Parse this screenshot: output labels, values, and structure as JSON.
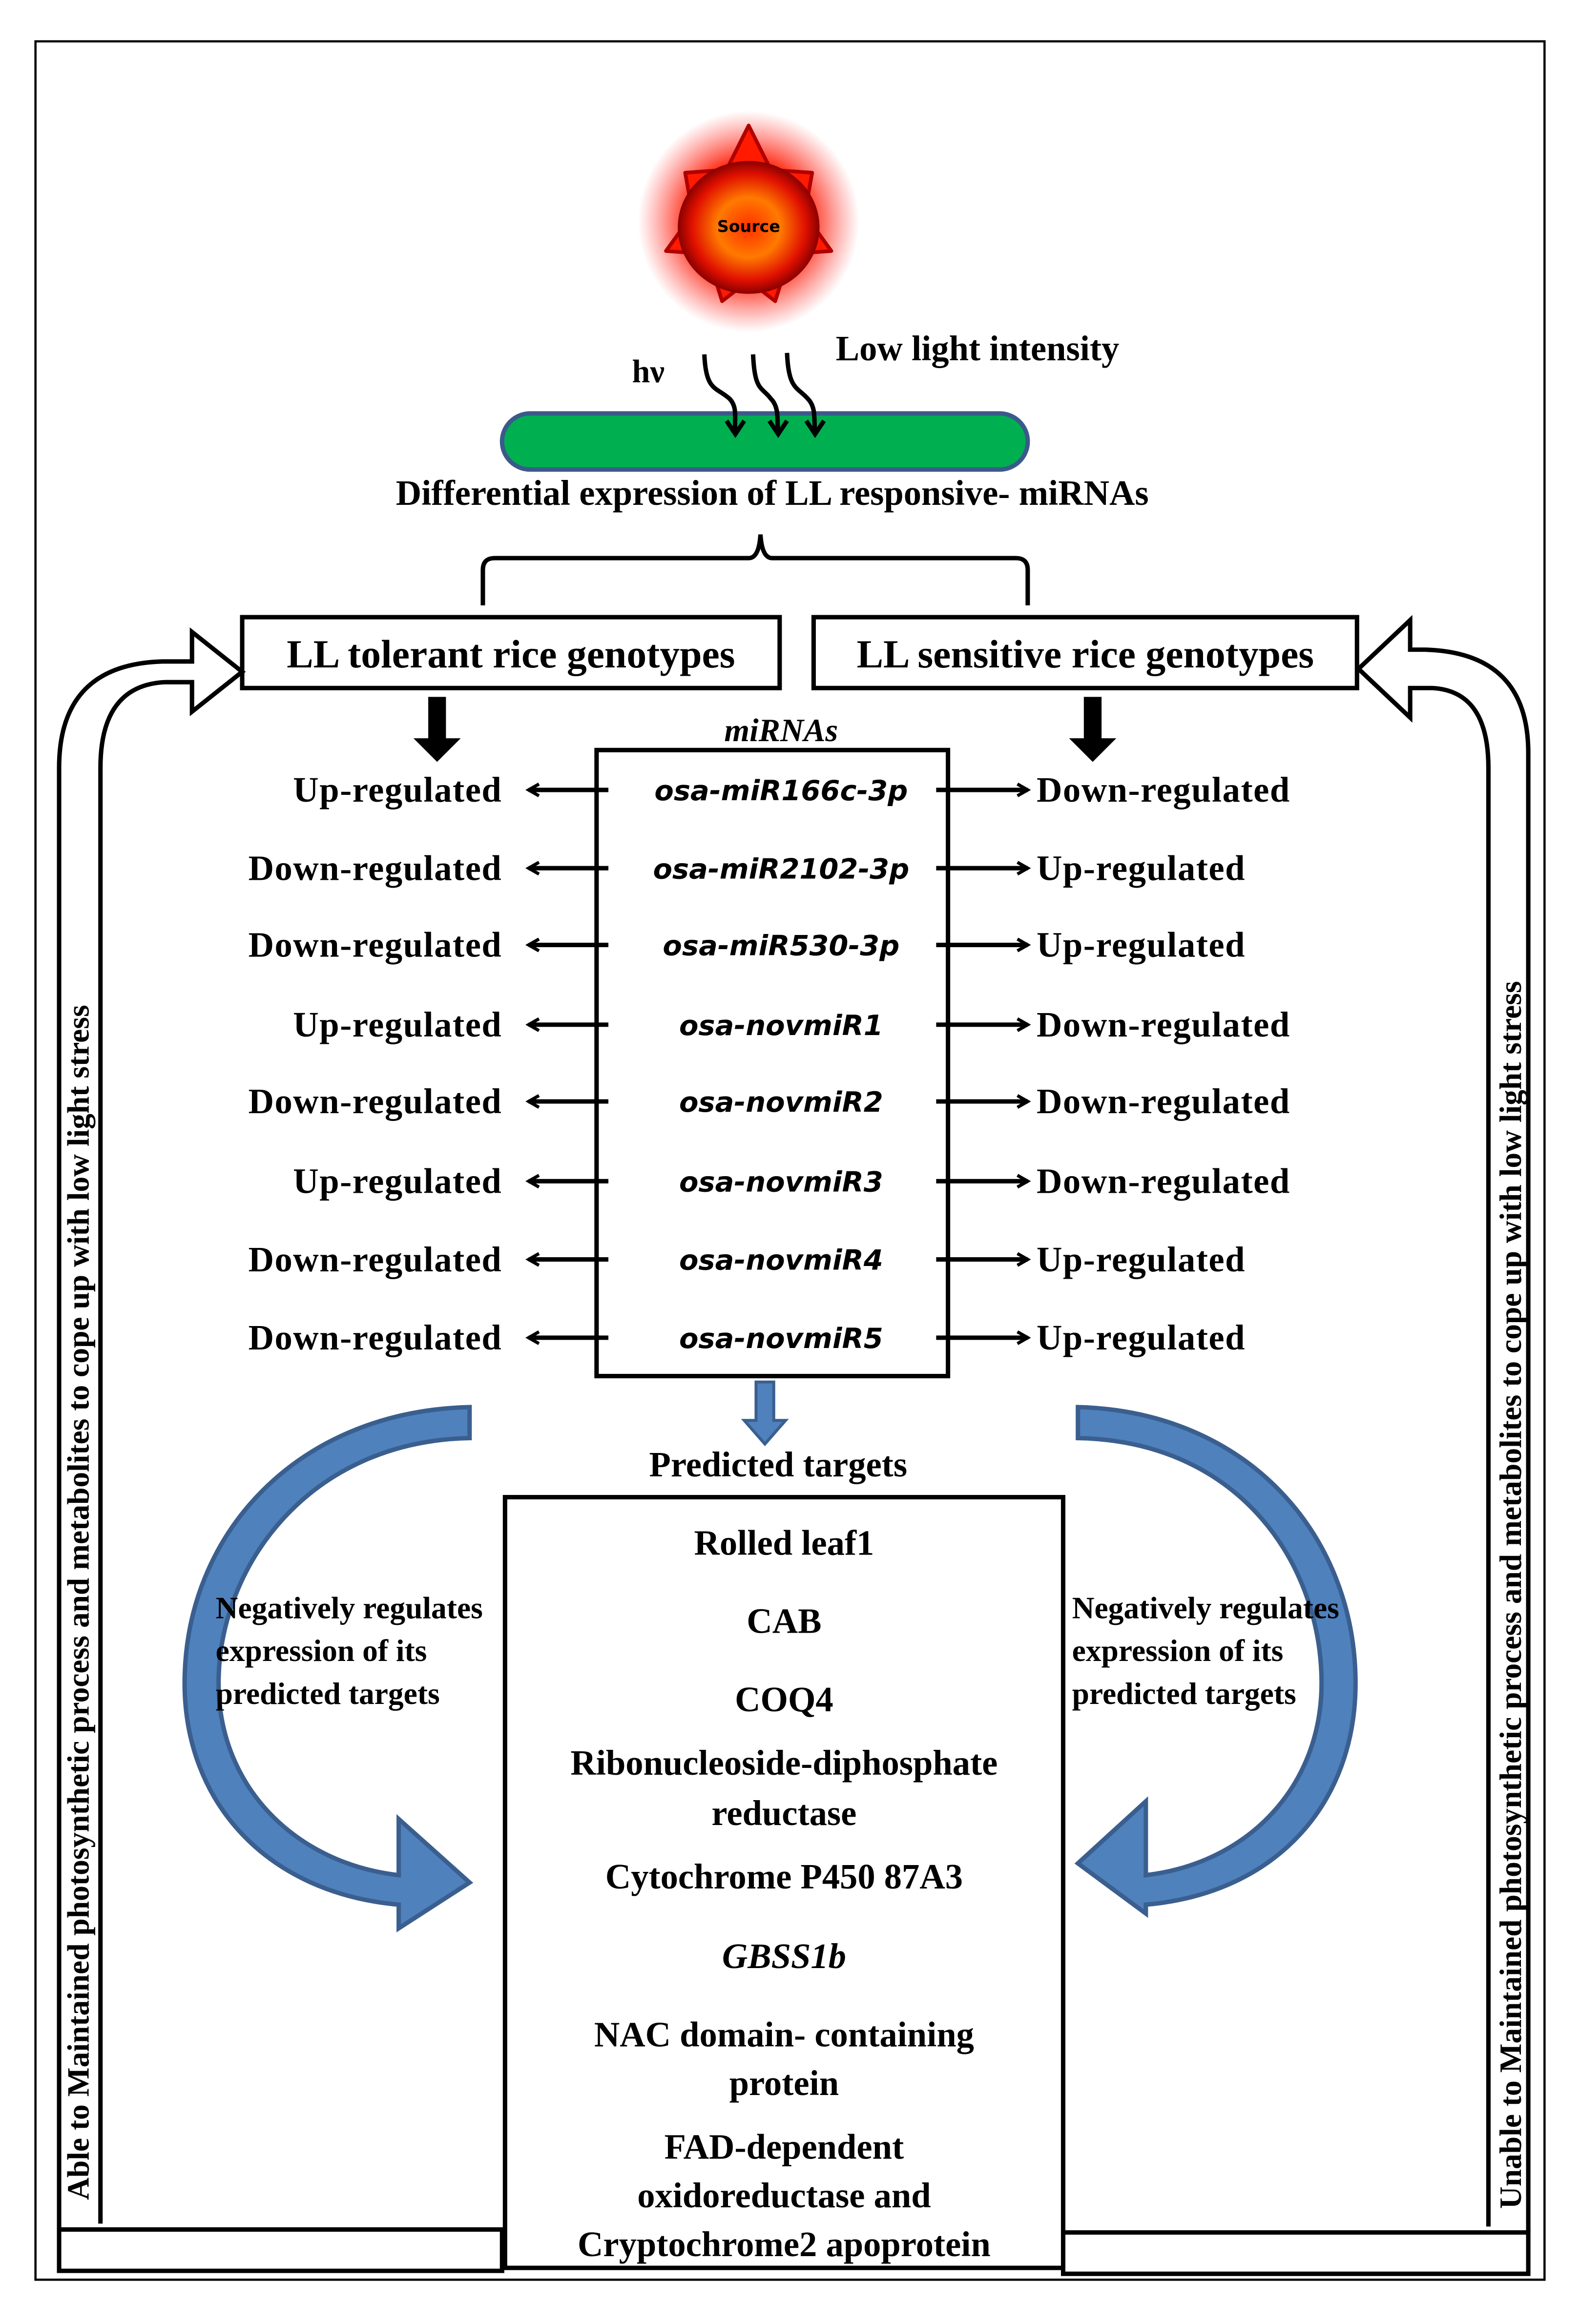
{
  "source": {
    "label": "Source"
  },
  "light": {
    "hv": "hν",
    "label": "Low light intensity"
  },
  "differential_title": "Differential expression of LL responsive- miRNAs",
  "genotypes": {
    "tolerant": "LL tolerant rice genotypes",
    "sensitive": "LL sensitive rice genotypes"
  },
  "mirna_header": "miRNAs",
  "mirnas": [
    {
      "name": "osa-miR166c-3p",
      "tolerant": "Up-regulated",
      "sensitive": "Down-regulated"
    },
    {
      "name": "osa-miR2102-3p",
      "tolerant": "Down-regulated",
      "sensitive": "Up-regulated"
    },
    {
      "name": "osa-miR530-3p",
      "tolerant": "Down-regulated",
      "sensitive": "Up-regulated"
    },
    {
      "name": "osa-novmiR1",
      "tolerant": "Up-regulated",
      "sensitive": "Down-regulated"
    },
    {
      "name": "osa-novmiR2",
      "tolerant": "Down-regulated",
      "sensitive": "Down-regulated"
    },
    {
      "name": "osa-novmiR3",
      "tolerant": "Up-regulated",
      "sensitive": "Down-regulated"
    },
    {
      "name": "osa-novmiR4",
      "tolerant": "Down-regulated",
      "sensitive": "Up-regulated"
    },
    {
      "name": "osa-novmiR5",
      "tolerant": "Down-regulated",
      "sensitive": "Up-regulated"
    }
  ],
  "targets_header": "Predicted targets",
  "targets": [
    {
      "lines": [
        "Rolled leaf1"
      ],
      "italic": false
    },
    {
      "lines": [
        "CAB"
      ],
      "italic": false
    },
    {
      "lines": [
        "COQ4"
      ],
      "italic": false
    },
    {
      "lines": [
        "Ribonucleoside-diphosphate",
        "reductase"
      ],
      "italic": false
    },
    {
      "lines": [
        "Cytochrome P450 87A3"
      ],
      "italic": false
    },
    {
      "lines": [
        "GBSS1b"
      ],
      "italic": true
    },
    {
      "lines": [
        "NAC domain- containing",
        "protein"
      ],
      "italic": false
    },
    {
      "lines": [
        "FAD-dependent",
        "oxidoreductase and",
        "Cryptochrome2 apoprotein"
      ],
      "italic": false
    }
  ],
  "regulation_note": {
    "left": [
      "Negatively regulates",
      "expression of its",
      "predicted targets"
    ],
    "right": [
      "Negatively regulates",
      "expression of its",
      "predicted targets"
    ]
  },
  "side_labels": {
    "left": "Able to Maintained photosynthetic process  and metabolites to cope up with low light stress",
    "right": "Unable to Maintained photosynthetic process  and metabolites to cope up with low light stress"
  },
  "colors": {
    "leaf": "#00b050",
    "leaf_border": "#3a5a8a",
    "blue_arrow": "#4f81bd",
    "blue_arrow_dark": "#3a5f8f",
    "sun": "#ff1a00"
  }
}
